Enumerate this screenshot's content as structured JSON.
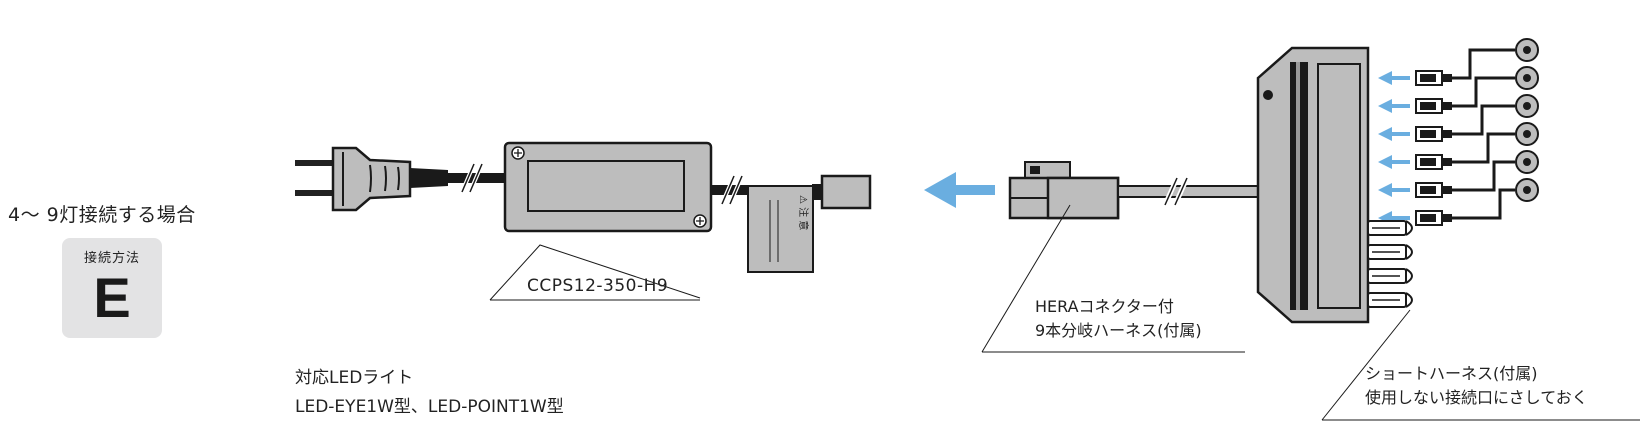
{
  "case_title": "4～ 9灯接続する場合",
  "method": {
    "label": "接続方法",
    "letter": "E"
  },
  "psu_model": "CCPS12-350-H9",
  "warning_tag": {
    "title": "⚠ 注 意"
  },
  "hera_harness": {
    "line1": "HERAコネクター付",
    "line2": "9本分岐ハーネス(付属)"
  },
  "short_harness": {
    "line1": "ショートハーネス(付属)",
    "line2": "使用しない接続口にさしておく"
  },
  "compatible": {
    "title": "対応LEDライト",
    "models": "LED-EYE1W型、LED-POINT1W型"
  },
  "colors": {
    "arrow": "#6aaee0",
    "device": "#bdbdbd",
    "outline": "#1a1a1a",
    "badge_bg": "#e3e3e4"
  },
  "counts": {
    "led_lights": 6,
    "short_plugs": 4
  }
}
